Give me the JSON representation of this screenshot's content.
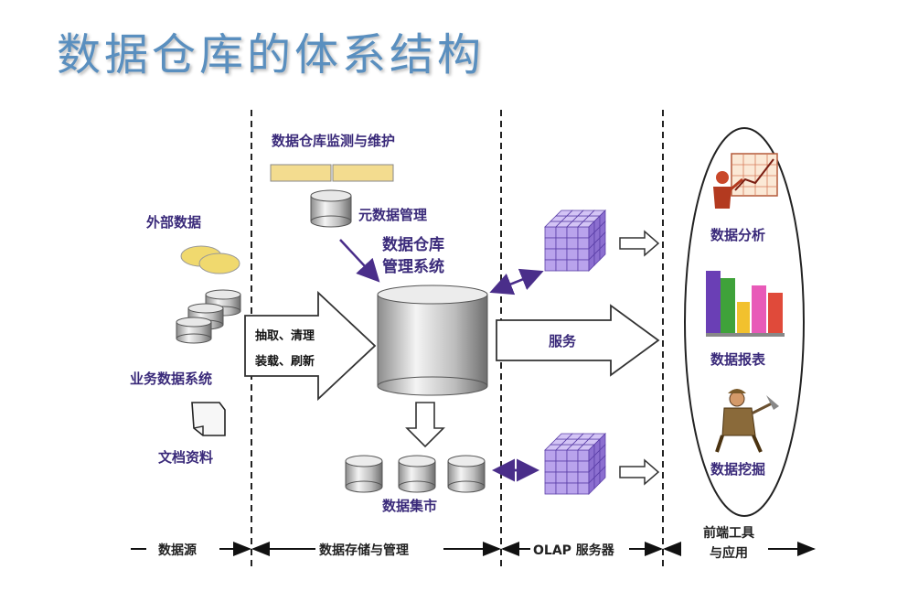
{
  "title": "数据仓库的体系结构",
  "monitor_label": "数据仓库监测与维护",
  "metadata_label": "元数据管理",
  "dw_mgmt_label": "数据仓库\n管理系统",
  "external_data_label": "外部数据",
  "business_system_label": "业务数据系统",
  "docs_label": "文档资料",
  "etl_line1": "抽取、清理",
  "etl_line2": "装载、刷新",
  "service_label": "服务",
  "datamart_label": "数据集市",
  "analysis_label": "数据分析",
  "report_label": "数据报表",
  "mining_label": "数据挖掘",
  "stages": {
    "source": "数据源",
    "storage": "数据存储与管理",
    "olap": "OLAP 服务器",
    "frontend": "前端工具\n与应用"
  },
  "colors": {
    "title": "#5a8fbf",
    "label": "#3a2a7a",
    "cube": "#9b7fd6",
    "cylinder": "#d9d9d9",
    "yellow_bar": "#f3dc8f",
    "arrow_purple": "#4a2e8a"
  }
}
